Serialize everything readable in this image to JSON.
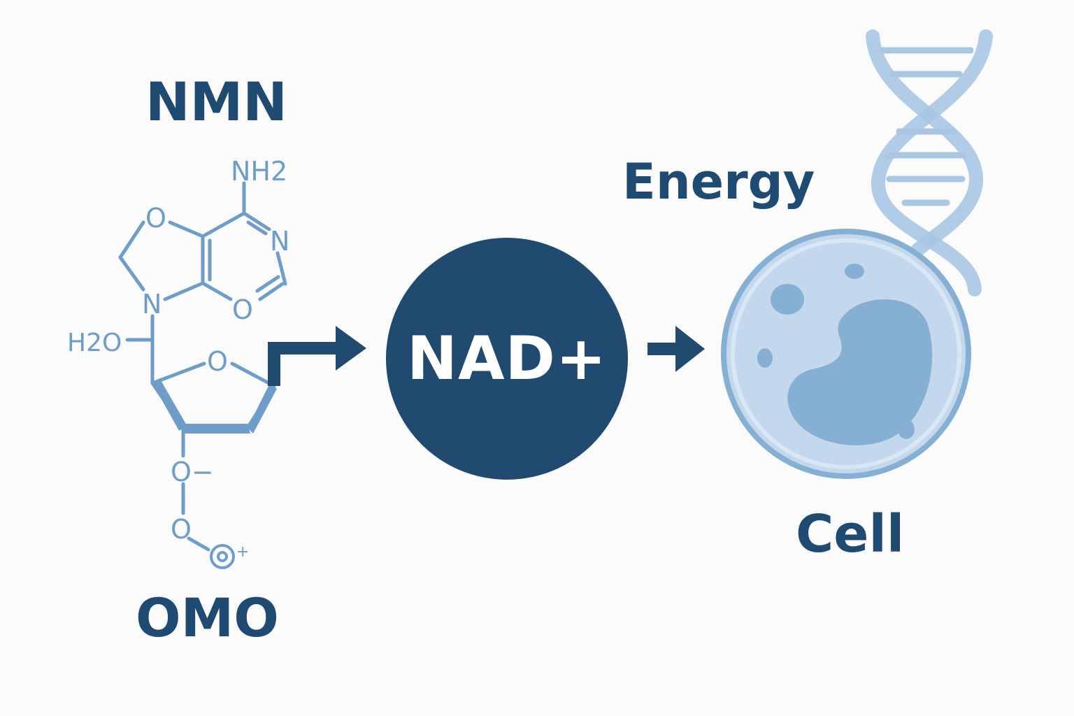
{
  "labels": {
    "nmn": "NMN",
    "omo": "OMO",
    "nad": "NAD+",
    "energy": "Energy",
    "cell": "Cell"
  },
  "molecule": {
    "atoms": {
      "nh2": "NH2",
      "o_ring1": "O",
      "n_ring1": "N",
      "n_ring2": "N",
      "o_ring2": "O",
      "h2o": "H2O",
      "o_sugar": "O",
      "o_minus": "O−",
      "o_chain": "O",
      "o_plus": "+"
    }
  },
  "colors": {
    "primary_dark": "#204a70",
    "label_dark": "#1f4a72",
    "molecule_line": "#6e9dca",
    "cell_fill": "#c3d8ec",
    "cell_nucleus": "#86afd4",
    "dna_strand": "#a9c6e3",
    "background": "#fbfbfb"
  },
  "icons": [
    "arrow-right-icon",
    "dna-helix-icon",
    "cell-icon",
    "molecule-structure-icon"
  ]
}
